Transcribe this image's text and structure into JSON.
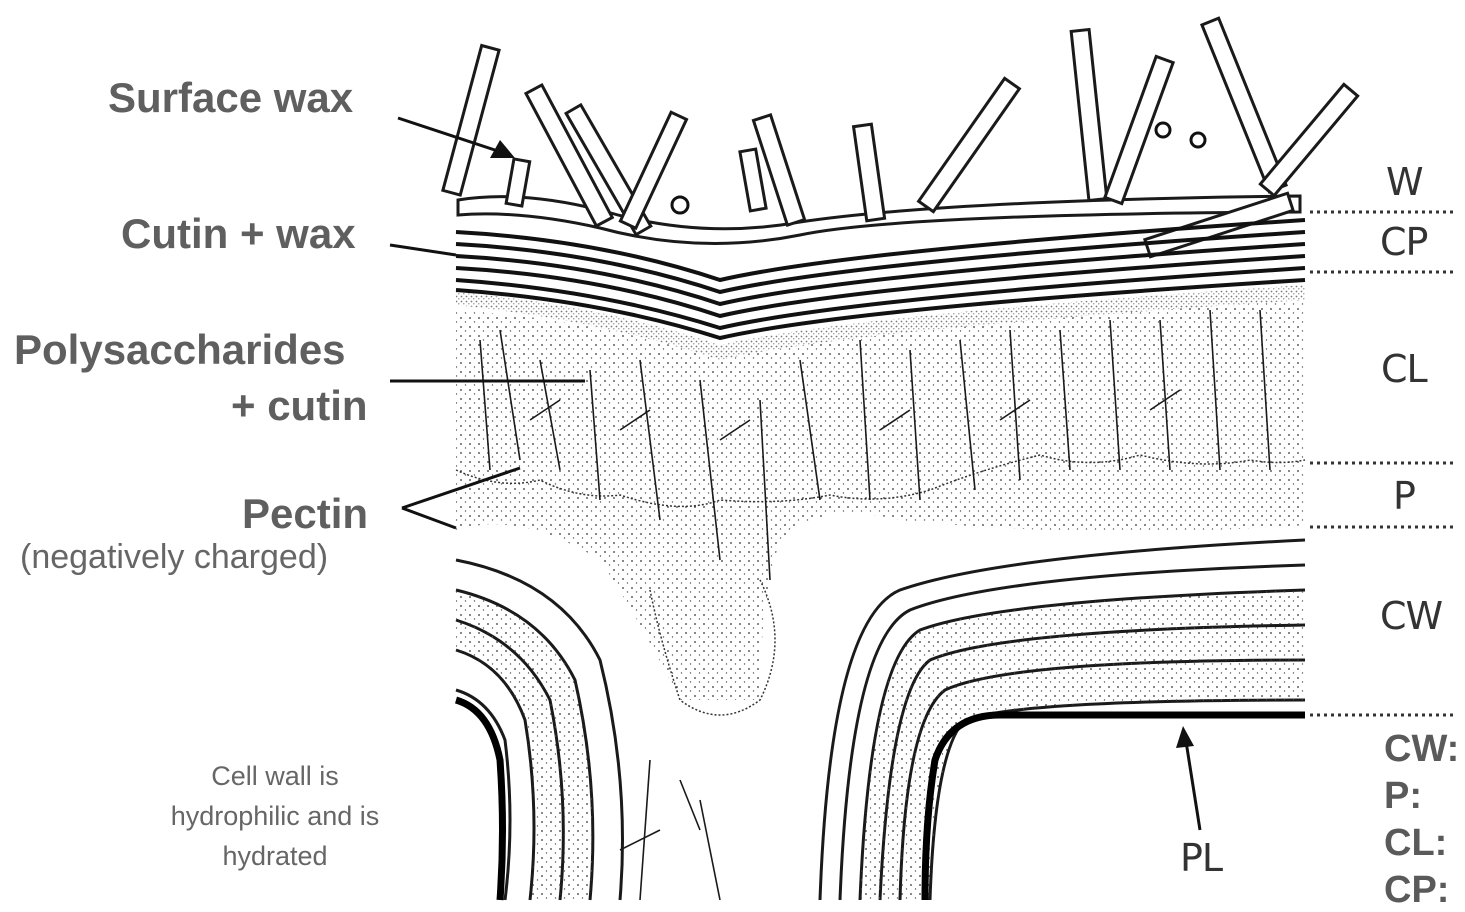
{
  "labels": {
    "surface_wax": "Surface wax",
    "cutin_wax": "Cutin + wax",
    "polysaccharides_line1": "Polysaccharides",
    "polysaccharides_line2": "+ cutin",
    "pectin": "Pectin",
    "pectin_note": "(negatively charged)",
    "cell_wall_note_1": "Cell wall is",
    "cell_wall_note_2": "hydrophilic and is",
    "cell_wall_note_3": "hydrated"
  },
  "layer_codes": {
    "w": "W",
    "cp": "CP",
    "cl": "CL",
    "p": "P",
    "cw": "CW",
    "pl": "PL"
  },
  "key_list": [
    "CW:",
    "P:",
    "CL:",
    "CP:"
  ],
  "colors": {
    "label_gray": "#5f5f5f",
    "ink": "#1a1a1a"
  }
}
